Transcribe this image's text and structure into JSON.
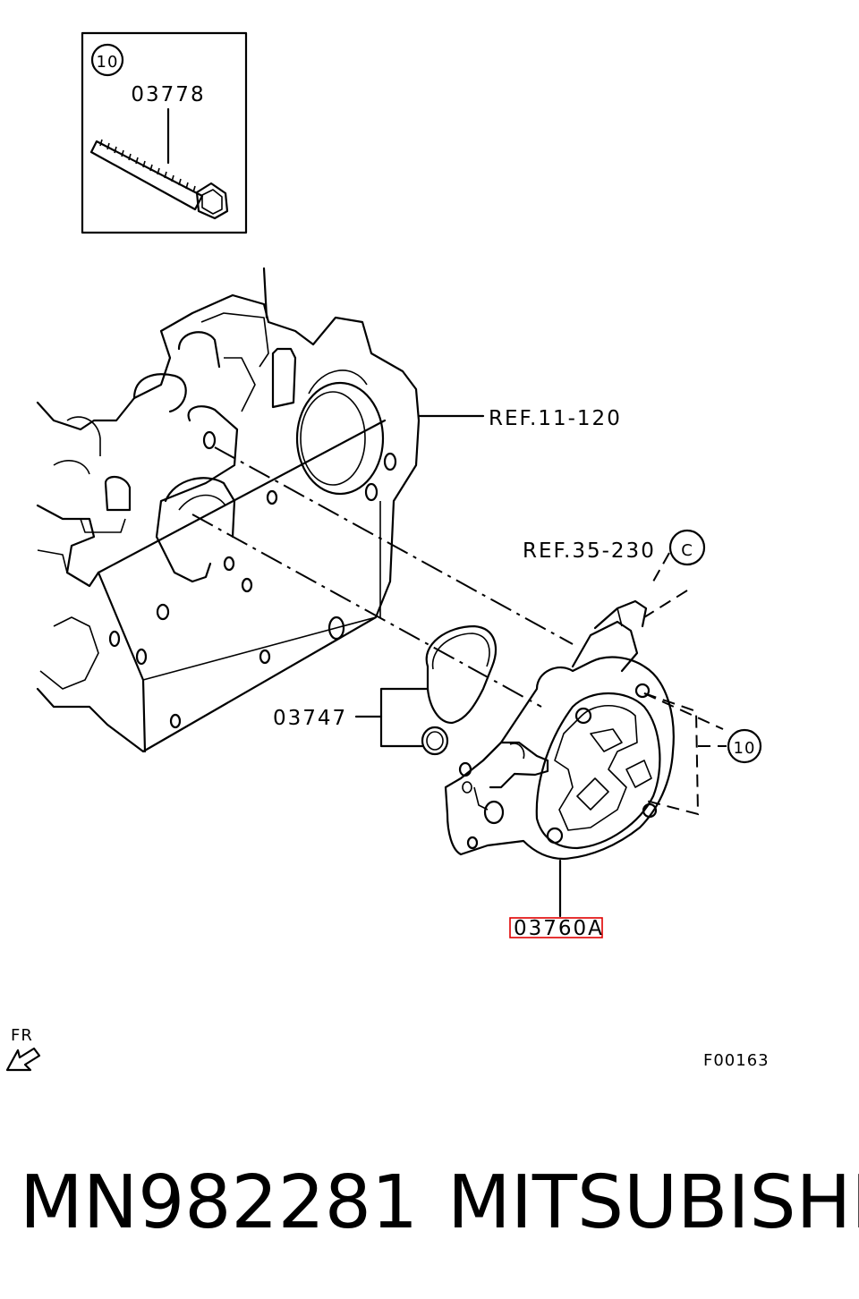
{
  "callouts": {
    "bolt_qty": "10",
    "bolt_part": "03778",
    "ref_cylinder_head": "REF.11-120",
    "ref_hose": "REF.35-230",
    "ref_hose_circle": "C",
    "gasket_part": "03747",
    "pump_bolt_qty": "10",
    "pump_part": "03760A",
    "front_arrow": "FR",
    "figure_code": "F00163"
  },
  "footer": {
    "part_number": "MN982281",
    "brand": "MITSUBISHI"
  },
  "colors": {
    "line": "#000000",
    "highlight": "#e00000",
    "background": "#ffffff"
  }
}
